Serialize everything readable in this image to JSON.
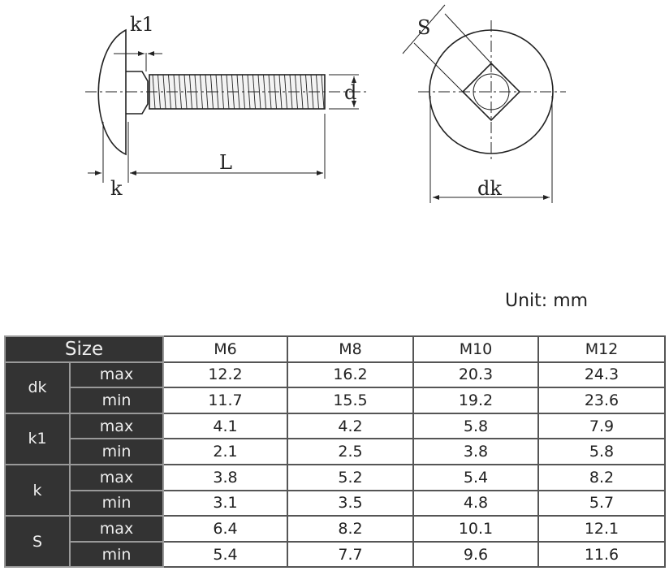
{
  "diagram": {
    "labels": {
      "k1": "k1",
      "d": "d",
      "L": "L",
      "k": "k",
      "S": "S",
      "dk": "dk"
    }
  },
  "unit": "Unit: mm",
  "table": {
    "size_label": "Size",
    "sizes": [
      "M6",
      "M8",
      "M10",
      "M12"
    ],
    "params": [
      {
        "name": "dk",
        "rows": [
          {
            "label": "max",
            "values": [
              "12.2",
              "16.2",
              "20.3",
              "24.3"
            ]
          },
          {
            "label": "min",
            "values": [
              "11.7",
              "15.5",
              "19.2",
              "23.6"
            ]
          }
        ]
      },
      {
        "name": "k1",
        "rows": [
          {
            "label": "max",
            "values": [
              "4.1",
              "4.2",
              "5.8",
              "7.9"
            ]
          },
          {
            "label": "min",
            "values": [
              "2.1",
              "2.5",
              "3.8",
              "5.8"
            ]
          }
        ]
      },
      {
        "name": "k",
        "rows": [
          {
            "label": "max",
            "values": [
              "3.8",
              "5.2",
              "5.4",
              "8.2"
            ]
          },
          {
            "label": "min",
            "values": [
              "3.1",
              "3.5",
              "4.8",
              "5.7"
            ]
          }
        ]
      },
      {
        "name": "S",
        "rows": [
          {
            "label": "max",
            "values": [
              "6.4",
              "8.2",
              "10.1",
              "12.1"
            ]
          },
          {
            "label": "min",
            "values": [
              "5.4",
              "7.7",
              "9.6",
              "11.6"
            ]
          }
        ]
      }
    ]
  }
}
